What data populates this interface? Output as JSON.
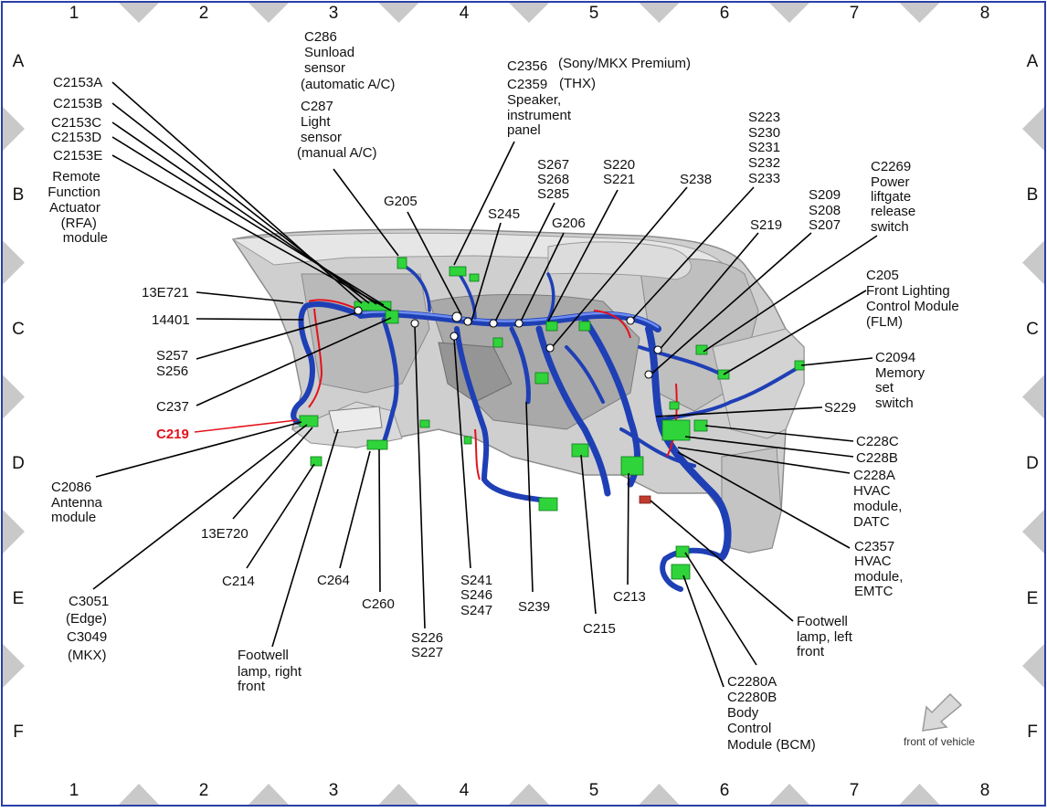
{
  "grid": {
    "columns": [
      "1",
      "2",
      "3",
      "4",
      "5",
      "6",
      "7",
      "8"
    ],
    "rows": [
      "A",
      "B",
      "C",
      "D",
      "E",
      "F"
    ]
  },
  "labels": {
    "c2153": [
      "C2153A",
      "C2153B",
      "C2153C",
      "C2153D",
      "C2153E"
    ],
    "rfa": [
      "Remote",
      "Function",
      "Actuator",
      "(RFA)",
      "module"
    ],
    "c286": [
      "C286",
      "Sunload",
      "sensor",
      "(automatic A/C)"
    ],
    "c287": [
      "C287",
      "Light",
      "sensor",
      "(manual A/C)"
    ],
    "c2356": [
      "C2356",
      "C2359",
      "Speaker,",
      "instrument",
      "panel"
    ],
    "c2356_note1": "(Sony/MKX Premium)",
    "c2356_note2": "(THX)",
    "g205": "G205",
    "s245": "S245",
    "s267": [
      "S267",
      "S268",
      "S285"
    ],
    "g206": "G206",
    "s220": [
      "S220",
      "S221"
    ],
    "s238": "S238",
    "s223": [
      "S223",
      "S230",
      "S231",
      "S232",
      "S233"
    ],
    "s209": [
      "S209",
      "S208",
      "S207"
    ],
    "s219": "S219",
    "c2269": [
      "C2269",
      "Power",
      "liftgate",
      "release",
      "switch"
    ],
    "c205": [
      "C205",
      "Front Lighting",
      "Control Module",
      "(FLM)"
    ],
    "c2094": [
      "C2094",
      "Memory",
      "set",
      "switch"
    ],
    "s229": "S229",
    "c228c": "C228C",
    "c228b": "C228B",
    "c228a": [
      "C228A",
      "HVAC",
      "module,",
      "DATC"
    ],
    "c2357": [
      "C2357",
      "HVAC",
      "module,",
      "EMTC"
    ],
    "footwell_left": [
      "Footwell",
      "lamp, left",
      "front"
    ],
    "c2280": [
      "C2280A",
      "C2280B",
      "Body",
      "Control",
      "Module (BCM)"
    ],
    "front_of_vehicle": "front of vehicle",
    "c213": "C213",
    "c215": "C215",
    "s239": "S239",
    "s241": [
      "S241",
      "S246",
      "S247"
    ],
    "s226": [
      "S226",
      "S227"
    ],
    "c260": "C260",
    "c264": "C264",
    "footwell_right": [
      "Footwell",
      "lamp, right",
      "front"
    ],
    "c214": "C214",
    "e13e720": "13E720",
    "c3051": [
      "C3051",
      "(Edge)",
      "C3049",
      "(MKX)"
    ],
    "c2086": [
      "C2086",
      "Antenna",
      "module"
    ],
    "c219": "C219",
    "c237": "C237",
    "s257": [
      "S257",
      "S256"
    ],
    "n14401": "14401",
    "e13e721": "13E721"
  },
  "colors": {
    "harness": "#1f3fb5",
    "connector": "#2fd43a",
    "highlight": "#e4121b",
    "structure": "#c8c8c8",
    "frame_marker": "#c9c9c9"
  }
}
